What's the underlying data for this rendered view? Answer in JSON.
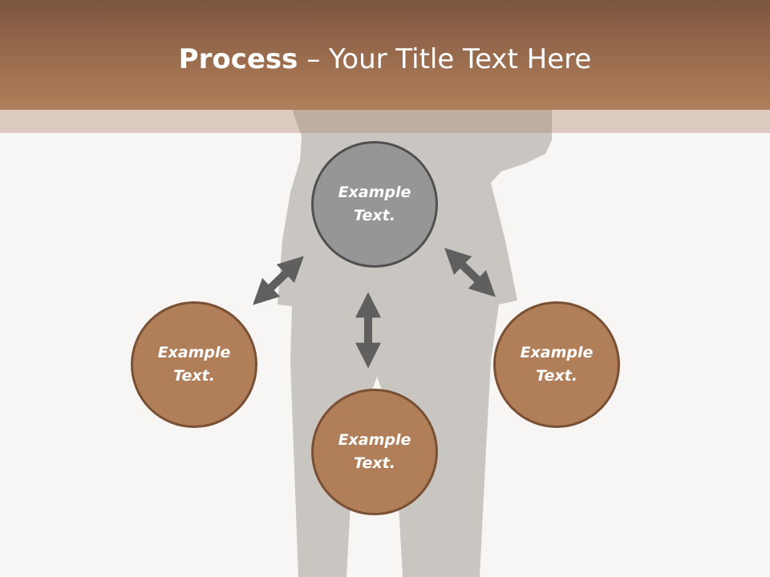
{
  "title": {
    "bold": "Process",
    "separator": " – ",
    "rest": "Your Title Text Here"
  },
  "nodes": {
    "center": {
      "label": "Example\nText."
    },
    "left": {
      "label": "Example\nText."
    },
    "right": {
      "label": "Example\nText."
    },
    "bottom": {
      "label": "Example\nText."
    }
  },
  "colors": {
    "header": "#96694c",
    "node_fill": "#b07f5a",
    "node_border": "#7a5034",
    "center_fill": "#969696",
    "center_border": "#505050",
    "arrow": "#5f5f5f",
    "silhouette": "#c9c5c1",
    "background": "#f8f6f4"
  },
  "icons": {
    "background_figure": "businessman-silhouette",
    "connectors": "double-headed-arrow"
  }
}
